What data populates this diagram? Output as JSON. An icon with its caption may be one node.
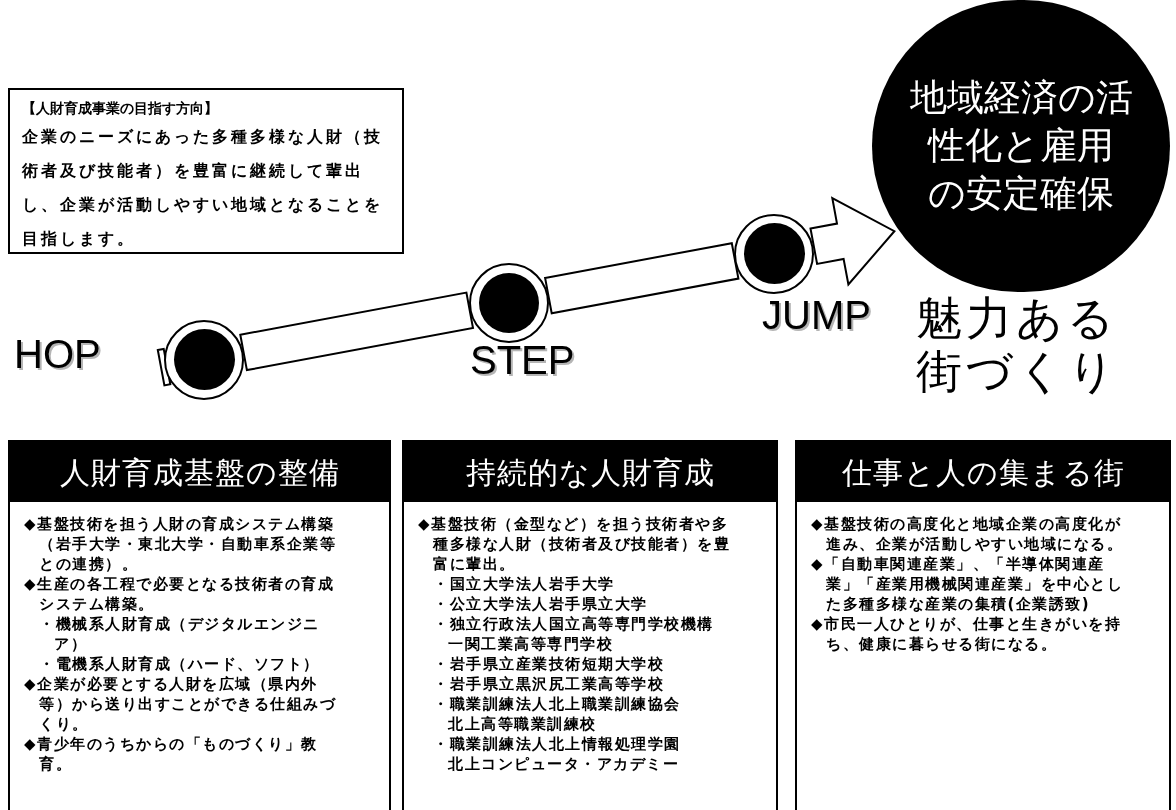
{
  "diagram": {
    "nodes": [
      {
        "text": [
          "【人財育成事業の目指す方向】",
          "企業のニーズにあった多種多様な人財（技術者及び技能者）を豊富に継続して輩出し、企業が活動しやすい地域となることを目指します。"
        ]
      },
      {
        "text": [],
        "shape": "circle",
        "beside": [
          "HOP"
        ]
      },
      {
        "text": [],
        "shape": "circle",
        "beside": [
          "STEP"
        ]
      },
      {
        "text": [],
        "shape": "circle",
        "beside": [
          "JUMP"
        ]
      },
      {
        "text": [
          "地域経済の活性化と雇用の安定確保"
        ],
        "beside": [
          "魅力ある街づくり"
        ]
      },
      {
        "text": [
          "人財育成基盤の整備",
          "◆基盤技術を担う人財の育成システム構築（岩手大学・東北大学・自動車系企業等との連携）。",
          "◆生産の各工程で必要となる技術者の育成システム構築。",
          "・機械系人財育成（デジタルエンジニア）",
          "・電機系人財育成（ハード、ソフト）",
          "◆企業が必要とする人財を広域（県内外等）から送り出すことができる仕組みづくり。",
          "◆青少年のうちからの「ものづくり」教育。"
        ]
      },
      {
        "text": [
          "持続的な人財育成",
          "◆基盤技術（金型など）を担う技術者や多種多様な人財（技術者及び技能者）を豊富に輩出。",
          "・国立大学法人岩手大学",
          "・公立大学法人岩手県立大学",
          "・独立行政法人国立高等専門学校機構",
          "一関工業高等専門学校",
          "・岩手県立産業技術短期大学校",
          "・岩手県立黒沢尻工業高等学校",
          "・職業訓練法人北上職業訓練協会",
          "北上高等職業訓練校",
          "・職業訓練法人北上情報処理学園",
          "北上コンピュータ・アカデミー"
        ]
      },
      {
        "text": [
          "仕事と人の集まる街",
          "◆基盤技術の高度化と地域企業の高度化が進み、企業が活動しやすい地域になる。",
          "◆「自動車関連産業」、「半導体関連産業」「産業用機械関連産業」を中心とした多種多様な産業の集積(企業誘致)",
          "◆市民一人ひとりが、仕事と生きがいを持ち、健康に暮らせる街になる。"
        ]
      }
    ],
    "edges": [
      {
        "from": 1,
        "to": 2,
        "arrow": "none"
      },
      {
        "from": 2,
        "to": 3,
        "arrow": "none"
      },
      {
        "from": 3,
        "to": 4,
        "arrow": "to"
      }
    ]
  }
}
